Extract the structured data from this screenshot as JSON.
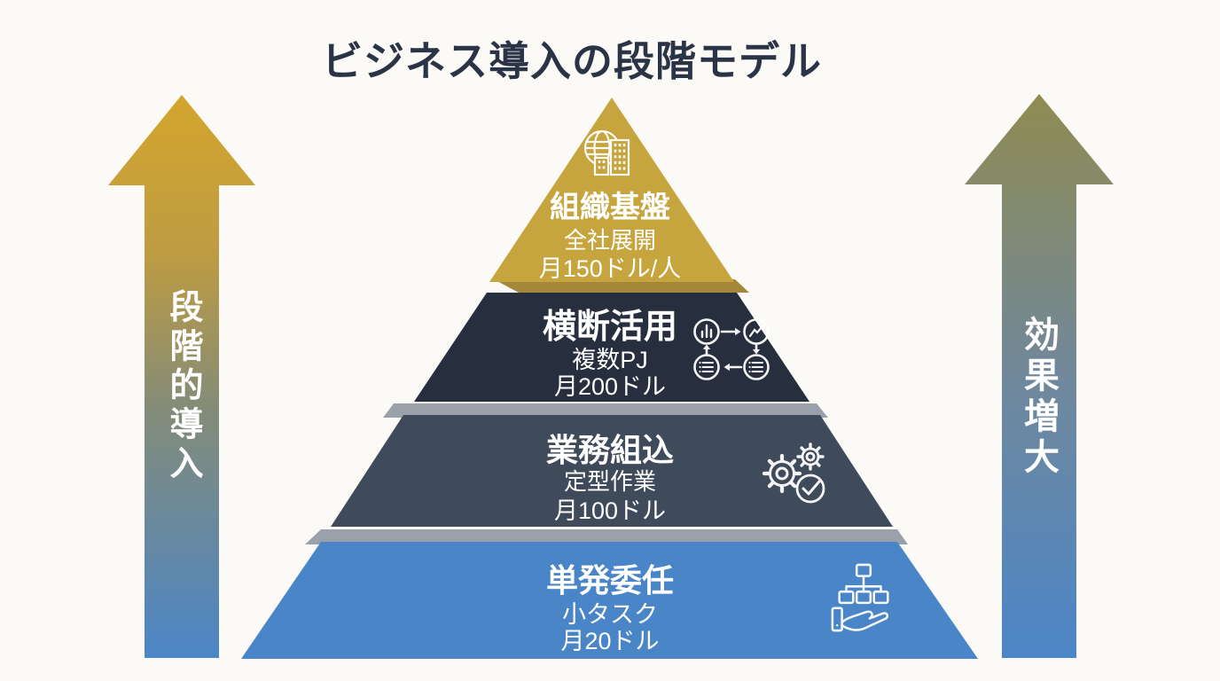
{
  "title": "ビジネス導入の段階モデル",
  "title_color": "#2B3346",
  "background_color": "#FBFAF7",
  "arrows": {
    "left": {
      "label": "段階的導入",
      "color_top": "#D3A52D",
      "color_upper": "#BE9C42",
      "color_mid": "#858C77",
      "color_bottom": "#4C86C8"
    },
    "right": {
      "label": "効果増大",
      "color_top": "#8F8B52",
      "color_mid": "#71889B",
      "color_bottom": "#4C86C8"
    }
  },
  "pyramid": {
    "separator_color": "#9AA1AA",
    "levels": [
      {
        "name": "組織基盤",
        "detail": "全社展開",
        "price": "月150ドル/人",
        "color": "#C6A43E",
        "shadow_color": "#A5873B",
        "icon": "globe-buildings-icon"
      },
      {
        "name": "横断活用",
        "detail": "複数PJ",
        "price": "月200ドル",
        "color": "#272E3D",
        "icon": "workflow-cycle-icon"
      },
      {
        "name": "業務組込",
        "detail": "定型作業",
        "price": "月100ドル",
        "color": "#3F4A5B",
        "icon": "gears-check-icon"
      },
      {
        "name": "単発委任",
        "detail": "小タスク",
        "price": "月20ドル",
        "color": "#4A85C7",
        "icon": "hand-orgchart-icon"
      }
    ]
  }
}
